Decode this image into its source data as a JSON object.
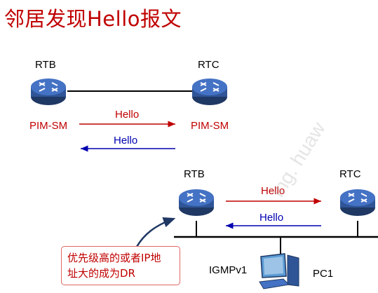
{
  "title": "邻居发现Hello报文",
  "top_diagram": {
    "left_router_name": "RTB",
    "right_router_name": "RTC",
    "left_mode": "PIM-SM",
    "right_mode": "PIM-SM",
    "msg_to_right": "Hello",
    "msg_to_left": "Hello"
  },
  "bottom_diagram": {
    "left_router_name": "RTB",
    "right_router_name": "RTC",
    "msg_to_right": "Hello",
    "msg_to_left": "Hello",
    "igmp_label": "IGMPv1",
    "pc_label": "PC1"
  },
  "callout": {
    "line1": "优先级高的或者IP地",
    "line2": "址大的成为DR"
  },
  "watermark": "ing. huaw",
  "colors": {
    "title": "#c00000",
    "red_arrow": "#c00000",
    "blue_arrow": "#0000b0",
    "router_body": "#2f5597"
  }
}
